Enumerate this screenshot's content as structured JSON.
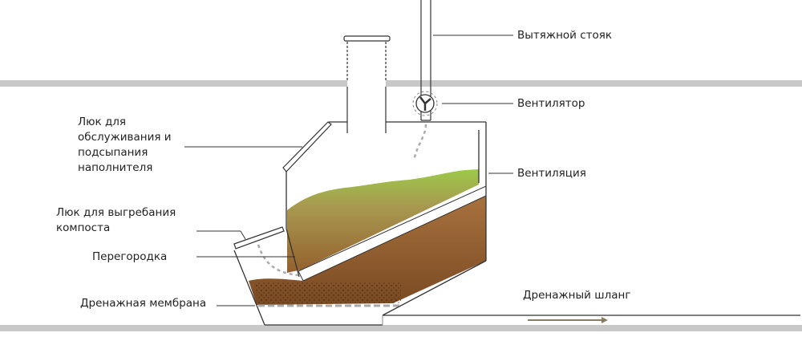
{
  "labels": {
    "exhaust_riser": "Вытяжной стояк",
    "fan": "Вентилятор",
    "ventilation": "Вентиляция",
    "service_hatch": [
      "Люк для",
      "обслуживания и",
      "подсыпания",
      "наполнителя"
    ],
    "compost_hatch": [
      "Люк для выгребания",
      "компоста"
    ],
    "partition": "Перегородка",
    "drain_membrane": "Дренажная мембрана",
    "drain_hose": "Дренажный шланг"
  },
  "colors": {
    "slab": "#c8c8c8",
    "line": "#333333",
    "compost": "#8b5a2b",
    "green_layer": "#8fbf3a",
    "hose_arrow": "#8a7d5c"
  }
}
